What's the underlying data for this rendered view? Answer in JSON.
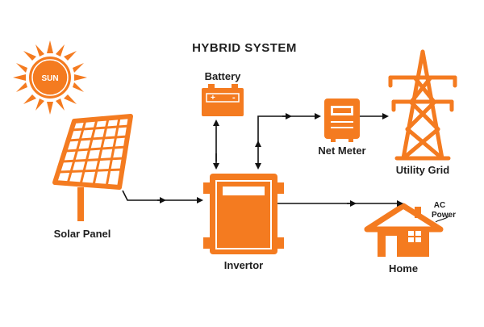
{
  "diagram": {
    "title": "HYBRID SYSTEM",
    "colors": {
      "accent": "#f47b20",
      "line": "#111111",
      "text": "#1f1f1f"
    },
    "nodes": {
      "sun": {
        "label": "SUN",
        "icon": "sun-icon"
      },
      "battery": {
        "label": "Battery",
        "icon": "battery-icon",
        "terminals": [
          "+",
          "-"
        ]
      },
      "net_meter": {
        "label": "Net Meter",
        "icon": "meter-icon"
      },
      "utility_grid": {
        "label": "Utility Grid",
        "icon": "transmission-tower-icon"
      },
      "solar_panel": {
        "label": "Solar Panel",
        "icon": "solar-panel-icon"
      },
      "invertor": {
        "label": "Invertor",
        "icon": "inverter-icon"
      },
      "home": {
        "label": "Home",
        "icon": "house-icon"
      },
      "ac_power": {
        "label_line1": "AC",
        "label_line2": "Power"
      }
    },
    "connections": [
      {
        "from": "solar_panel",
        "to": "invertor",
        "direction": "one-way"
      },
      {
        "from": "battery",
        "to": "invertor",
        "direction": "two-way"
      },
      {
        "from": "invertor",
        "to": "net_meter",
        "direction": "two-way"
      },
      {
        "from": "net_meter",
        "to": "utility_grid",
        "direction": "one-way"
      },
      {
        "from": "invertor",
        "to": "home",
        "direction": "one-way"
      }
    ]
  }
}
